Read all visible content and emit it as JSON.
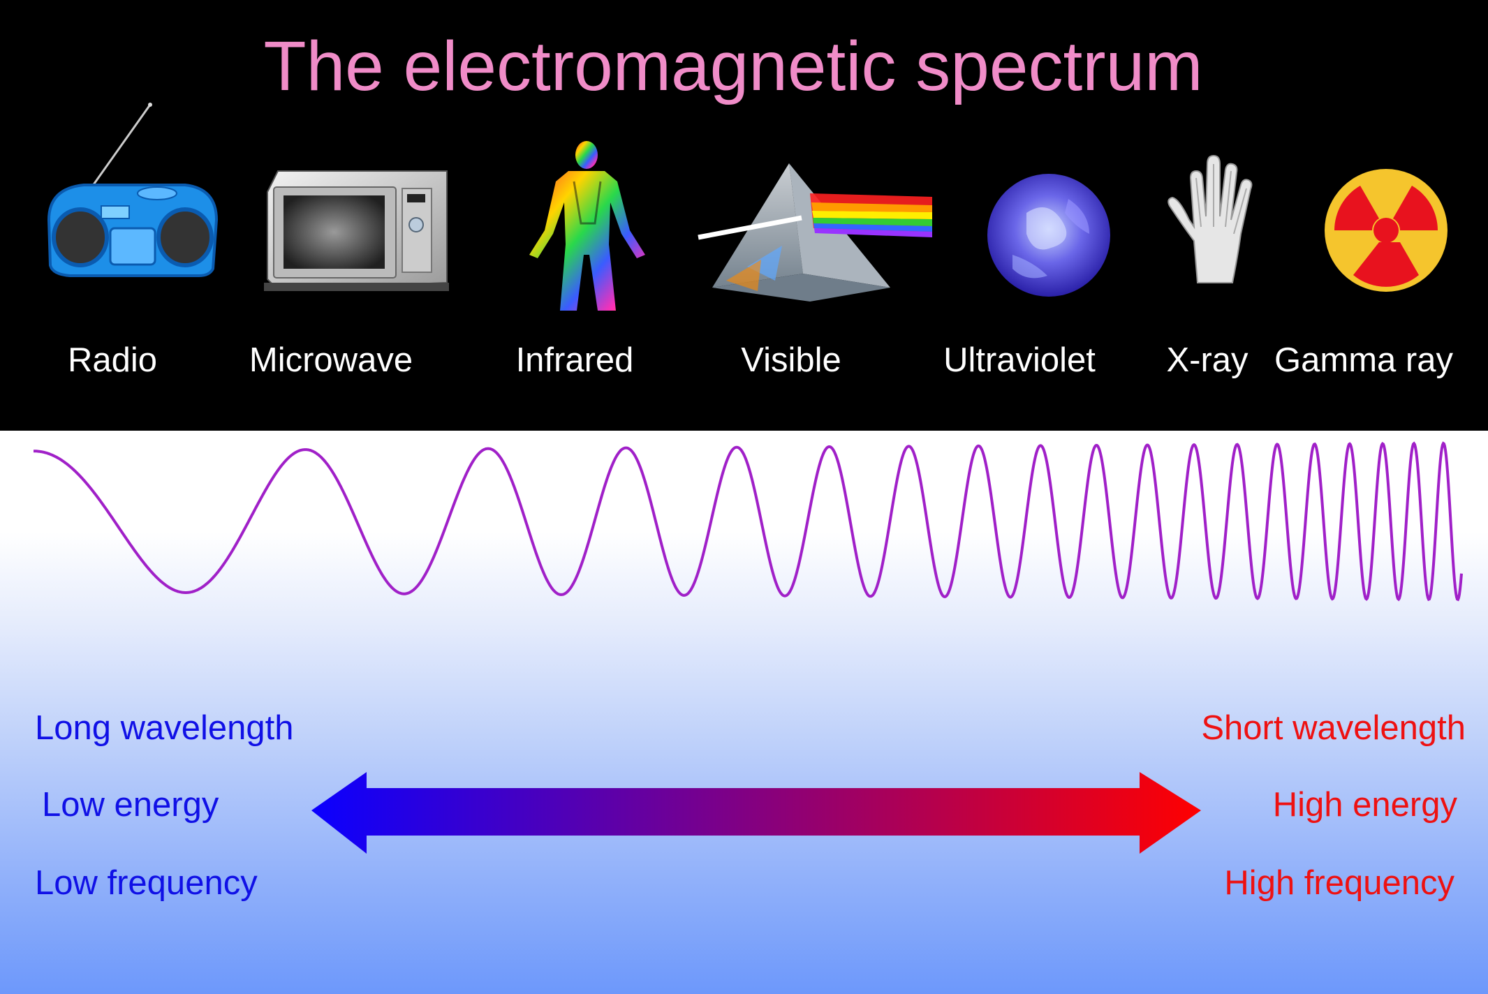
{
  "title": "The electromagnetic spectrum",
  "bands": [
    {
      "label": "Radio",
      "icon": "radio-icon"
    },
    {
      "label": "Microwave",
      "icon": "microwave-icon"
    },
    {
      "label": "Infrared",
      "icon": "infrared-body-icon"
    },
    {
      "label": "Visible",
      "icon": "prism-icon"
    },
    {
      "label": "Ultraviolet",
      "icon": "uv-star-icon"
    },
    {
      "label": "X-ray",
      "icon": "xray-hand-icon"
    },
    {
      "label": "Gamma ray",
      "icon": "radiation-icon"
    }
  ],
  "left_side": {
    "wavelength": "Long wavelength",
    "energy": "Low energy",
    "frequency": "Low frequency"
  },
  "right_side": {
    "wavelength": "Short wavelength",
    "energy": "High energy",
    "frequency": "High frequency"
  },
  "colors": {
    "title": "#f08cc8",
    "wave": "#a020c8",
    "low_side": "#1010e6",
    "high_side": "#ee1111",
    "arrow_start": "#0a00ff",
    "arrow_end": "#ff0000"
  }
}
